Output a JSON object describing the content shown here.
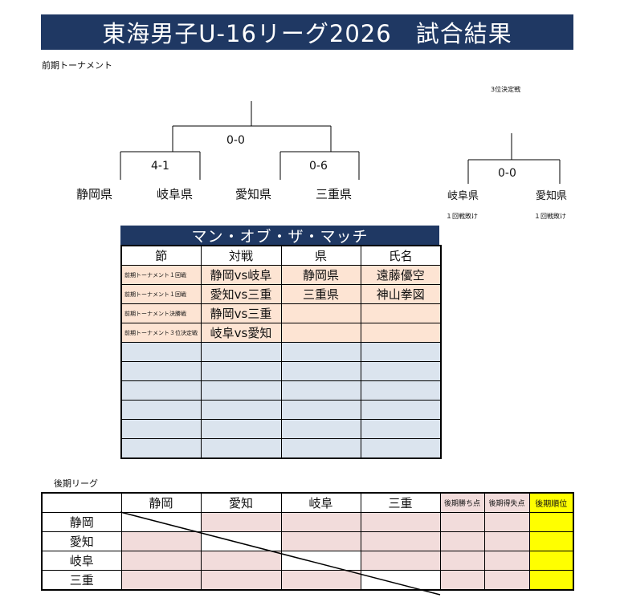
{
  "title": "東海男子U-16リーグ2026　試合結果",
  "first_half_label": "前期トーナメント",
  "third_place_label": "3位決定戦",
  "bracket": {
    "final_score": "0-0",
    "semi1_score": "4-1",
    "semi2_score": "0-6",
    "teams": [
      "静岡県",
      "岐阜県",
      "愛知県",
      "三重県"
    ]
  },
  "third_place": {
    "score": "0-0",
    "teams": [
      "岐阜県",
      "愛知県"
    ],
    "notes": [
      "１回戦敗け",
      "１回戦敗け"
    ]
  },
  "mom": {
    "title": "マン・オブ・ザ・マッチ",
    "headers": [
      "節",
      "対戦",
      "県",
      "氏名"
    ],
    "rows": [
      [
        "前期トーナメント１回戦",
        "静岡vs岐阜",
        "静岡県",
        "遠藤優空"
      ],
      [
        "前期トーナメント１回戦",
        "愛知vs三重",
        "三重県",
        "神山拳図"
      ],
      [
        "前期トーナメント決勝戦",
        "静岡vs三重",
        "",
        ""
      ],
      [
        "前期トーナメント３位決定戦",
        "岐阜vs愛知",
        "",
        ""
      ]
    ],
    "blank_rows": 6
  },
  "league": {
    "label": "後期リーグ",
    "headers": [
      "",
      "静岡",
      "愛知",
      "岐阜",
      "三重",
      "後期勝ち点",
      "後期得失点",
      "後期順位"
    ],
    "rows": [
      "静岡",
      "愛知",
      "岐阜",
      "三重"
    ]
  },
  "colors": {
    "title_bg": "#1f3863",
    "mom_filled": "#fde4d3",
    "mom_blank": "#dbe4ee",
    "league_cell": "#f2dcdb",
    "rank": "#ffff00"
  }
}
